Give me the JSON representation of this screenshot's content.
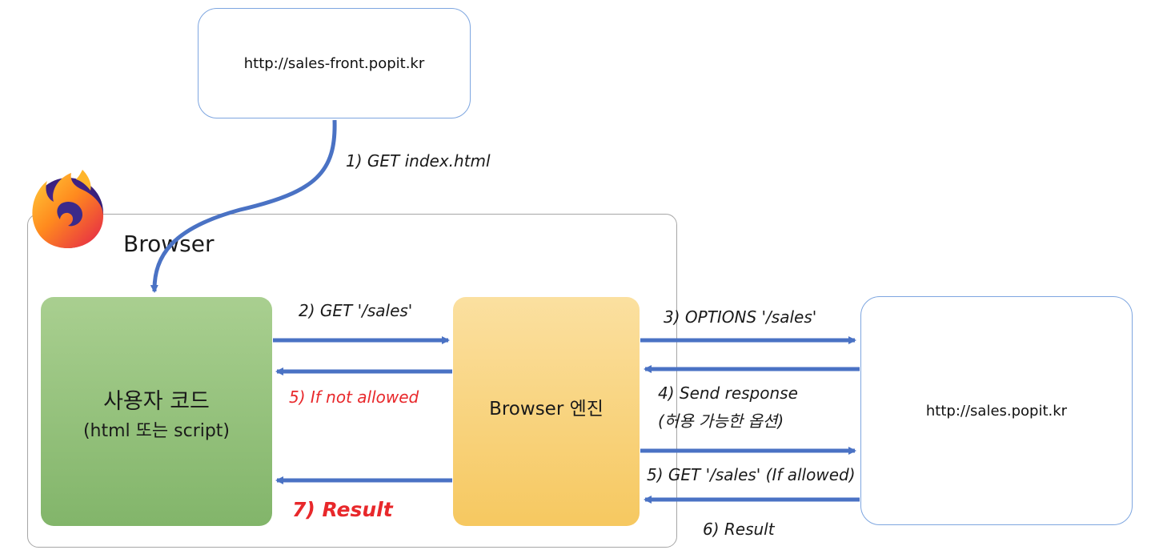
{
  "servers": {
    "front": "http://sales-front.popit.kr",
    "sales": "http://sales.popit.kr"
  },
  "browser": {
    "label": "Browser",
    "logo_icon": "firefox-logo"
  },
  "user_code": {
    "line1": "사용자 코드",
    "line2": "(html 또는 script)"
  },
  "engine": {
    "label": "Browser 엔진"
  },
  "steps": {
    "s1": "1) GET index.html",
    "s2": "2) GET '/sales'",
    "s3": "3) OPTIONS '/sales'",
    "s4a": "4) Send response",
    "s4b": "(허용 가능한 옵션)",
    "s5_not_allowed": "5) If not allowed",
    "s5_allowed": "5) GET '/sales' (If allowed)",
    "s6": "6) Result",
    "s7": "7) Result"
  },
  "colors": {
    "arrow": "#4a72c4",
    "accent_red": "#e8282b",
    "user_code_fill": "#93c27a",
    "engine_fill": "#f8d47e",
    "server_border": "#7ea6e0"
  }
}
